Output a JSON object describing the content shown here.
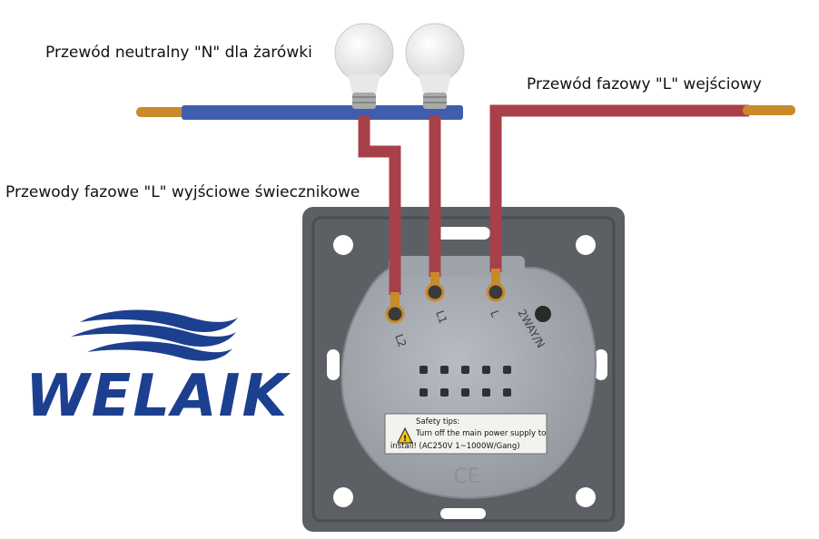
{
  "labels": {
    "neutral": "Przewód neutralny \"N\" dla żarówki",
    "input_phase": "Przewód fazowy \"L\" wejściowy",
    "output_phase": "Przewody fazowe \"L\" wyjściowe świecznikowe"
  },
  "brand": {
    "name": "WELAIK"
  },
  "terminals": [
    "L2",
    "L1",
    "L",
    "2WAY/N"
  ],
  "safety": {
    "title": "Safety tips:",
    "line1": "Turn off the main power supply to",
    "line2": "install! (AC250V  1~1000W/Gang)"
  },
  "marks": {
    "ce": "CE"
  },
  "colors": {
    "neutral_wire": "#3f5fae",
    "phase_wire": "#a8404a",
    "copper": "#c98a2a",
    "frame": "#5c5f63",
    "module": "#a4a9b0",
    "brand": "#1d3f8f"
  }
}
